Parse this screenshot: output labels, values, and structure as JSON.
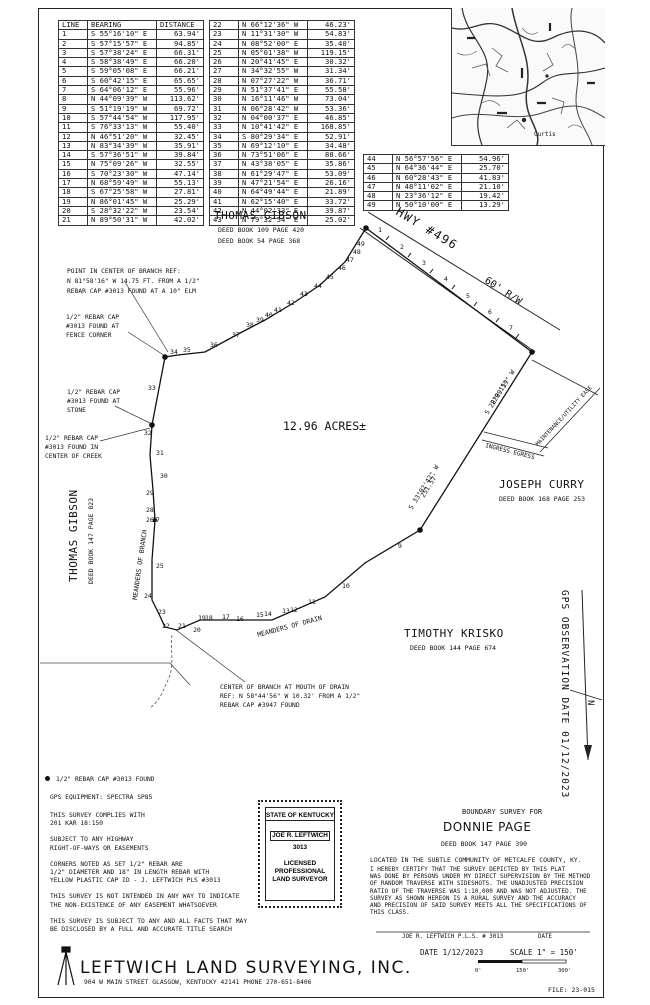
{
  "table": {
    "headers": [
      "LINE",
      "BEARING",
      "DISTANCE"
    ],
    "left_rows": [
      [
        "1",
        "S 55°16'10\" E",
        "63.94'"
      ],
      [
        "2",
        "S 57°15'57\" E",
        "94.85'"
      ],
      [
        "3",
        "S 57°38'24\" E",
        "66.31'"
      ],
      [
        "4",
        "S 58°38'49\" E",
        "66.20'"
      ],
      [
        "5",
        "S 59°05'08\" E",
        "66.21'"
      ],
      [
        "6",
        "S 60°42'15\" E",
        "65.65'"
      ],
      [
        "7",
        "S 64°06'12\" E",
        "55.96'"
      ],
      [
        "8",
        "N 44°09'39\" W",
        "113.62'"
      ],
      [
        "9",
        "S 51°19'19\" W",
        "69.72'"
      ],
      [
        "10",
        "S 57°44'54\" W",
        "117.95'"
      ],
      [
        "11",
        "S 76°33'13\" W",
        "55.40'"
      ],
      [
        "12",
        "N 46°51'20\" W",
        "32.45'"
      ],
      [
        "13",
        "N 83°34'39\" W",
        "35.91'"
      ],
      [
        "14",
        "S 57°36'51\" W",
        "39.84'"
      ],
      [
        "15",
        "N 75°09'26\" W",
        "32.55'"
      ],
      [
        "16",
        "S 70°23'30\" W",
        "47.14'"
      ],
      [
        "17",
        "N 68°59'49\" W",
        "55.13'"
      ],
      [
        "18",
        "S 67°25'58\" W",
        "27.81'"
      ],
      [
        "19",
        "N 86°01'45\" W",
        "25.29'"
      ],
      [
        "20",
        "S 28°32'22\" W",
        "23.54'"
      ],
      [
        "21",
        "N 89°50'31\" W",
        "42.02'"
      ]
    ],
    "mid_rows": [
      [
        "22",
        "N 66°12'36\" W",
        "46.23'"
      ],
      [
        "23",
        "N 11°31'30\" W",
        "54.83'"
      ],
      [
        "24",
        "N 08°52'00\" E",
        "35.40'"
      ],
      [
        "25",
        "N 05°01'38\" W",
        "119.15'"
      ],
      [
        "26",
        "N 20°41'45\" E",
        "30.32'"
      ],
      [
        "27",
        "N 34°32'55\" W",
        "31.34'"
      ],
      [
        "28",
        "N 07°27'22\" W",
        "36.71'"
      ],
      [
        "29",
        "N 51°37'41\" E",
        "55.58'"
      ],
      [
        "30",
        "N 16°11'46\" W",
        "73.04'"
      ],
      [
        "31",
        "N 06°28'42\" W",
        "53.36'"
      ],
      [
        "32",
        "N 04°00'37\" E",
        "46.85'"
      ],
      [
        "33",
        "N 10°41'42\" E",
        "168.85'"
      ],
      [
        "34",
        "S 80°29'34\" E",
        "52.91'"
      ],
      [
        "35",
        "N 69°12'10\" E",
        "34.48'"
      ],
      [
        "36",
        "N 73°51'06\" E",
        "88.66'"
      ],
      [
        "37",
        "N 43°38'05\" E",
        "35.86'"
      ],
      [
        "38",
        "N 61°29'47\" E",
        "53.09'"
      ],
      [
        "39",
        "N 47°21'54\" E",
        "26.16'"
      ],
      [
        "40",
        "N 64°49'44\" E",
        "21.89'"
      ],
      [
        "41",
        "N 62°15'40\" E",
        "33.72'"
      ],
      [
        "42",
        "N 44°02'33\" E",
        "39.87'"
      ],
      [
        "43",
        "N 79°32'54\" E",
        "25.02'"
      ]
    ],
    "right_rows": [
      [
        "44",
        "N 56°57'56\" E",
        "54.96'"
      ],
      [
        "45",
        "N 64°36'44\" E",
        "25.70'"
      ],
      [
        "46",
        "N 60°28'43\" E",
        "41.83'"
      ],
      [
        "47",
        "N 48°11'02\" E",
        "21.10'"
      ],
      [
        "48",
        "N 23°36'12\" E",
        "19.42'"
      ],
      [
        "49",
        "N 50°10'00\" E",
        "13.29'"
      ]
    ]
  },
  "vicinity_map": {
    "place_label": "Curtis"
  },
  "plat": {
    "thomas_gibson_top": {
      "name": "THOMAS GIBSON",
      "deed1": "DEED BOOK 109 PAGE 420",
      "deed2": "DEED BOOK 54 PAGE 368"
    },
    "hwy_label": "HWY #496",
    "row_label": "60' R/W",
    "branch_ref_note": [
      "POINT IN CENTER OF BRANCH REF:",
      "N 81°58'16\" W 14.75 FT. FROM A 1/2\"",
      "REBAR CAP #3013 FOUND AT A 10\" ELM"
    ],
    "fence_note": [
      "1/2\" REBAR CAP",
      "#3013 FOUND AT",
      "FENCE CORNER"
    ],
    "stone_note": [
      "1/2\" REBAR CAP",
      "#3013 FOUND AT",
      "STONE"
    ],
    "creek_note": [
      "1/2\" REBAR CAP",
      "#3013 FOUND IN",
      "CENTER OF CREEK"
    ],
    "acreage": "12.96 ACRES±",
    "bearing_label_1": "S 28°09'19\" W",
    "bearing_label_2": "229.15'",
    "bearing_label_3": "S 33°02'42\" W",
    "bearing_label_4": "251.57'",
    "easement_label": "MAINTENANCE/UTILITY EASE",
    "ingress_label": "INGRESS EGRESS",
    "joseph_curry": {
      "name": "JOSEPH CURRY",
      "deed": "DEED BOOK 168 PAGE 253"
    },
    "thomas_gibson_left": {
      "name": "THOMAS GIBSON",
      "deed": "DEED BOOK 147 PAGE 823"
    },
    "meanders_branch": "MEANDERS OF BRANCH",
    "meanders_drain": "MEANDERS OF DRAIN",
    "timothy_krisko": {
      "name": "TIMOTHY KRISKO",
      "deed": "DEED BOOK 144 PAGE 674"
    },
    "mouth_note": [
      "CENTER OF BRANCH AT MOUTH OF DRAIN",
      "REF: N 58°44'56\" W 10.32' FROM A 1/2\"",
      "REBAR CAP #3947 FOUND"
    ],
    "gps_observation": "GPS OBSERVATION DATE 01/12/2023",
    "north_label": "N",
    "pin_labels": {
      "p1": "1",
      "p2": "2",
      "p3": "3",
      "p4": "4",
      "p5": "5",
      "p6": "6",
      "p7": "7",
      "p9": "9",
      "p10": "10",
      "p11": "11",
      "p12": "12",
      "p13": "13",
      "p14": "14",
      "p15": "15",
      "p16": "16",
      "p17": "17",
      "p18": "18",
      "p19": "19",
      "p20": "20",
      "p21": "21",
      "p22": "22",
      "p23": "23",
      "p24": "24",
      "p25": "25",
      "p26": "26",
      "p27": "27",
      "p28": "28",
      "p29": "29",
      "p30": "30",
      "p31": "31",
      "p32": "32",
      "p33": "33",
      "p34": "34",
      "p35": "35",
      "p36": "36",
      "p37": "37",
      "p38": "38",
      "p39": "39",
      "p40": "40",
      "p41": "41",
      "p42": "42",
      "p43": "43",
      "p44": "44",
      "p45": "45",
      "p46": "46",
      "p47": "47",
      "p48": "48",
      "p49": "49"
    }
  },
  "legend": {
    "rebar_found": "1/2\" REBAR CAP #3013 FOUND",
    "gps_equipment": "GPS EQUIPMENT: SPECTRA SP85"
  },
  "notes": [
    [
      "THIS SURVEY COMPLIES WITH",
      "201 KAR 18:150"
    ],
    [
      "SUBJECT TO ANY HIGHWAY",
      "RIGHT-OF-WAYS OR EASEMENTS"
    ],
    [
      "CORNERS NOTED AS SET 1/2\" REBAR ARE",
      "1/2\" DIAMETER AND 18\" IN LENGTH REBAR WITH",
      "YELLOW PLASTIC CAP ID - J. LEFTWICH PLS #3013"
    ],
    [
      "THIS SURVEY IS NOT INTENDED IN ANY WAY TO INDICATE",
      "THE NON-EXISTENCE OF ANY EASEMENT WHATSOEVER"
    ],
    [
      "THIS SURVEY IS SUBJECT TO ANY AND ALL FACTS THAT MAY",
      "BE DISCLOSED BY A FULL AND ACCURATE TITLE SEARCH"
    ]
  ],
  "seal": {
    "state": "STATE OF KENTUCKY",
    "name": "JOE R. LEFTWICH",
    "number": "3013",
    "line1": "LICENSED",
    "line2": "PROFESSIONAL",
    "line3": "LAND SURVEYOR"
  },
  "title_block": {
    "boundary_for": "BOUNDARY SURVEY FOR",
    "client": "DONNIE PAGE",
    "deed": "DEED BOOK 147 PAGE 390",
    "location": "LOCATED IN THE SUBTLE COMMUNITY OF METCALFE COUNTY, KY.",
    "certification": [
      "I HEREBY CERTIFY THAT THE SURVEY DEPICTED BY THIS PLAT",
      "WAS DONE BY PERSONS UNDER MY DIRECT SUPERVISION BY THE METHOD",
      "OF RANDOM TRAVERSE WITH SIDESHOTS.   THE UNADJUSTED PRECISION",
      "RATIO OF THE TRAVERSE WAS 1:10,000 AND WAS NOT ADJUSTED.  THE",
      "SURVEY AS SHOWN HEREON IS A RURAL SURVEY AND THE ACCURACY",
      "AND PRECISION OF SAID SURVEY  MEETS ALL THE  SPECIFICATIONS OF",
      "THIS CLASS."
    ],
    "signer": "JOE R. LEFTWICH   P.L.S. # 3013",
    "date_label": "DATE",
    "date": "DATE   1/12/2023",
    "scale": "SCALE  1\" = 150'",
    "scale_ticks": [
      "0'",
      "150'",
      "300'"
    ],
    "file": "FILE:  23-015"
  },
  "company": {
    "name": "LEFTWICH LAND SURVEYING, INC.",
    "address": "904 W MAIN STREET GLASGOW, KENTUCKY 42141   PHONE 270-651-8406"
  }
}
